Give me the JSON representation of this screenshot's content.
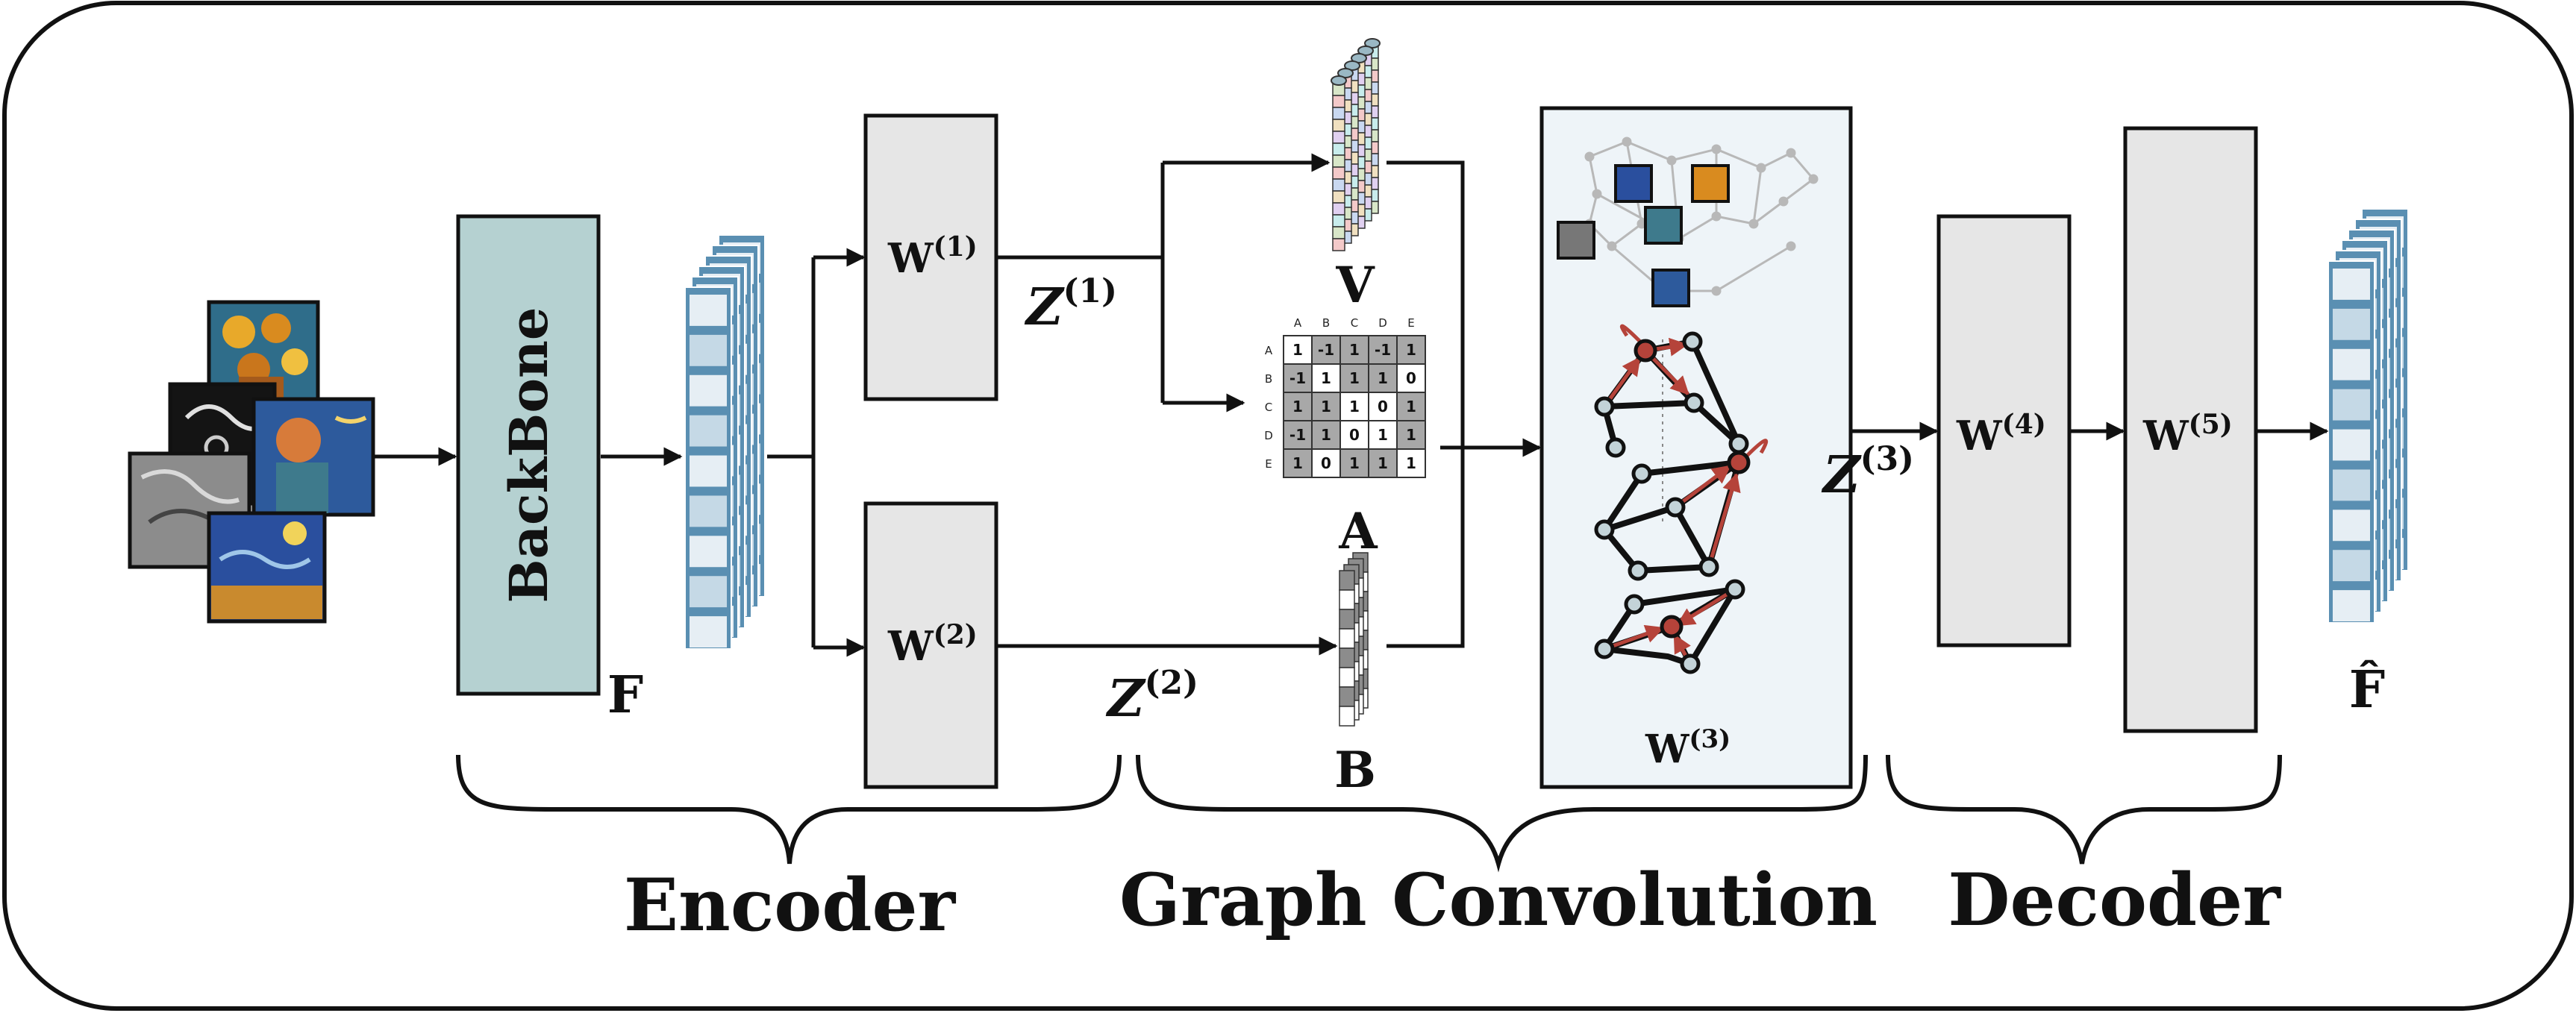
{
  "colors": {
    "backbone_fill": "#b5d1d1",
    "weight_box_fill": "#e6e6e6",
    "graph_panel_fill": "#eef4f8",
    "feature_map": "#5a8fb2",
    "edge_red": "#b5433a",
    "cell_white": "#ffffff",
    "cell_gray": "#a8a8a8"
  },
  "encoder": {
    "backbone_label": "BackBone",
    "feature_label": "F",
    "w1_label": "W",
    "w1_sup": "(1)",
    "w2_label": "W",
    "w2_sup": "(2)"
  },
  "graph": {
    "z1_label": "Z",
    "z1_sup": "(1)",
    "z2_label": "Z",
    "z2_sup": "(2)",
    "v_label": "V",
    "a_label": "A",
    "b_label": "B",
    "w3_label": "W",
    "w3_sup": "(3)",
    "matrix_headers": [
      "A",
      "B",
      "C",
      "D",
      "E"
    ],
    "matrix_rows": [
      [
        "1",
        "-1",
        "1",
        "-1",
        "1"
      ],
      [
        "-1",
        "1",
        "1",
        "1",
        "0"
      ],
      [
        "1",
        "1",
        "1",
        "0",
        "1"
      ],
      [
        "-1",
        "1",
        "0",
        "1",
        "1"
      ],
      [
        "1",
        "0",
        "1",
        "1",
        "1"
      ]
    ]
  },
  "decoder": {
    "z3_label": "Z",
    "z3_sup": "(3)",
    "w4_label": "W",
    "w4_sup": "(4)",
    "w5_label": "W",
    "w5_sup": "(5)",
    "output_label": "F̂"
  },
  "sections": {
    "encoder": "Encoder",
    "graph_convolution": "Graph Convolution",
    "decoder": "Decoder"
  },
  "icons": {
    "input_images": "painting-collage-icon",
    "feature_stack": "feature-map-stack-icon",
    "graph": "graph-network-icon"
  }
}
